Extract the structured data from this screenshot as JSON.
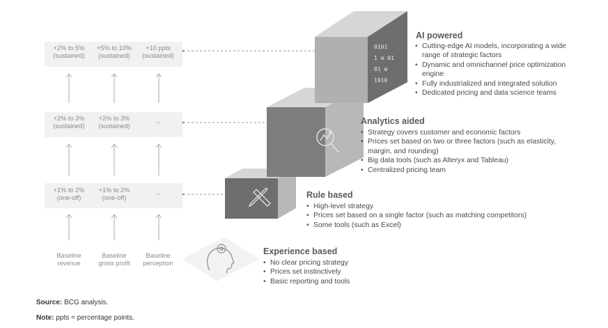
{
  "metrics": {
    "row_ai": [
      "+2% to 5%\n(sustained)",
      "+5% to 10%\n(sustained)",
      "+10 ppts\n(sustained)"
    ],
    "row_analytics": [
      "+2% to 3%\n(sustained)",
      "+2% to 3%\n(sustained)",
      "~"
    ],
    "row_rule": [
      "+1% to 2%\n(one-off)",
      "+1% to 2%\n(one-off)",
      "~"
    ],
    "baselines": [
      "Baseline\nrevenue",
      "Baseline\ngross profit",
      "Baseline\nperception"
    ]
  },
  "levels": {
    "ai": {
      "title": "AI powered",
      "bullets": [
        "Cutting-edge AI models, incorporating a wide range of strategic factors",
        "Dynamic and omnichannel price optimization engine",
        "Fully industrialized and integrated solution",
        "Dedicated pricing and data science teams"
      ]
    },
    "analytics": {
      "title": "Analytics aided",
      "bullets": [
        "Strategy covers customer and economic factors",
        "Prices set based on two or three factors (such as elasticity, margin, and rounding)",
        "Big data tools (such as Alteryx and Tableau)",
        "Centralized pricing team"
      ]
    },
    "rule": {
      "title": "Rule based",
      "bullets": [
        "High-level strategy",
        "Prices set based on a single factor (such as matching competitors)",
        "Some tools (such as Excel)"
      ]
    },
    "experience": {
      "title": "Experience based",
      "bullets": [
        "No clear pricing strategy",
        "Prices set instinctively",
        "Basic reporting and tools"
      ]
    }
  },
  "footer": {
    "source_label": "Source:",
    "source_text": " BCG analysis.",
    "note_label": "Note:",
    "note_text": " ppts = percentage points."
  },
  "colors": {
    "cube_front_dark": "#6e6e6e",
    "cube_front_mid": "#7d7d7d",
    "cube_side": "#b8b8b8",
    "cube_top": "#d6d6d6",
    "band": "#f1f1f1"
  },
  "icons": {
    "ai": "binary-gears-icon",
    "analytics": "magnifier-chart-icon",
    "rule": "pencil-ruler-icon",
    "experience": "head-gear-icon"
  }
}
